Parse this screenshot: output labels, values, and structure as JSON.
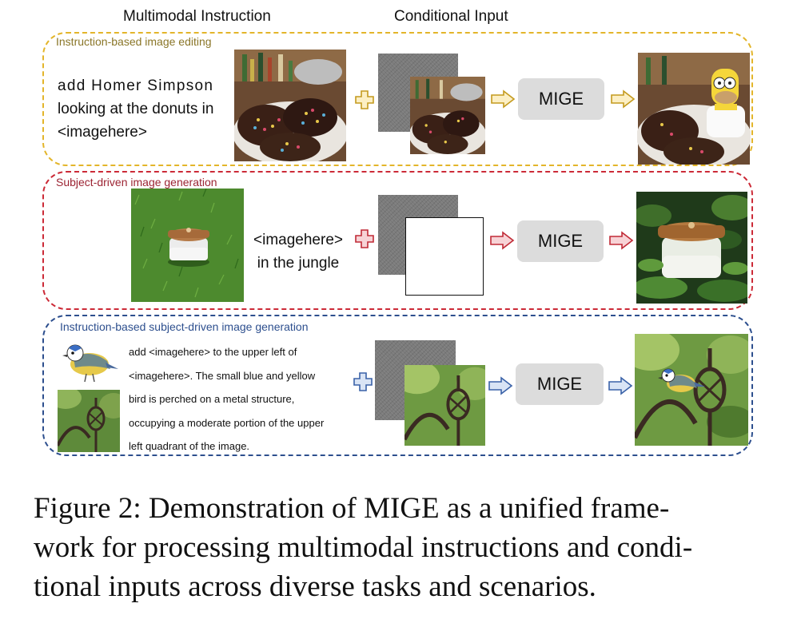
{
  "headers": {
    "multimodal_instruction": "Multimodal Instruction",
    "conditional_input": "Conditional Input"
  },
  "panels": [
    {
      "label": "Instruction-based image editing",
      "instruction_lines": [
        "add Homer Simpson",
        "looking at the donuts in",
        "<imagehere>"
      ],
      "model": "MIGE",
      "color": "#e3b52a",
      "label_color": "#8a7628"
    },
    {
      "label": "Subject-driven image generation",
      "instruction_lines": [
        "<imagehere>",
        "in the jungle"
      ],
      "model": "MIGE",
      "color": "#cc2a37",
      "label_color": "#9c2433"
    },
    {
      "label": "Instruction-based subject-driven image generation",
      "instruction_lines": [
        "add <imagehere> to the upper left of",
        "<imagehere>. The small blue and yellow",
        "bird is perched on a metal structure,",
        "occupying a moderate portion of the upper",
        "left quadrant of the image."
      ],
      "model": "MIGE",
      "color": "#2d4f8e",
      "label_color": "#2d4f8e"
    }
  ],
  "caption_lines": [
    "Figure 2: Demonstration of MIGE as a unified frame-",
    "work for processing multimodal instructions and condi-",
    "tional inputs across diverse tasks and scenarios."
  ]
}
